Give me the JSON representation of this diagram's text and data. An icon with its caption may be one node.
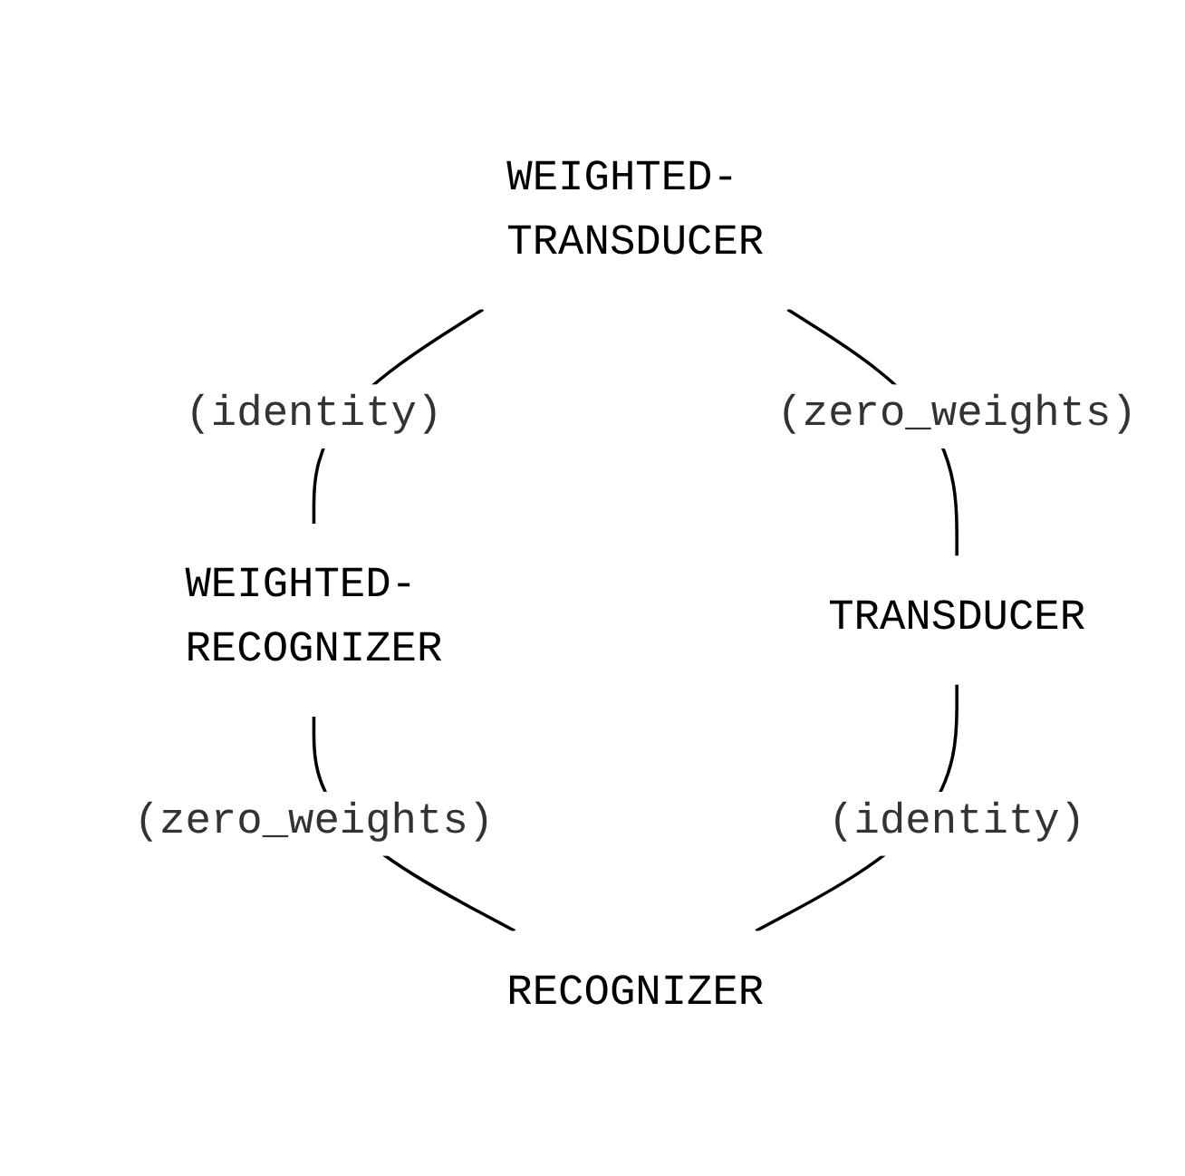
{
  "diagram": {
    "nodes": [
      {
        "text": [
          "WEIGHTED- TRANSDUCER"
        ]
      },
      {
        "text": [
          "WEIGHTED- RECOGNIZER"
        ]
      },
      {
        "text": [
          "TRANSDUCER"
        ]
      },
      {
        "text": [
          "RECOGNIZER"
        ]
      }
    ],
    "edges": [
      {
        "from": 0,
        "to": 1,
        "arrow": "none",
        "label": "(identity)"
      },
      {
        "from": 0,
        "to": 2,
        "arrow": "none",
        "label": "(zero_weights)"
      },
      {
        "from": 1,
        "to": 3,
        "arrow": "none",
        "label": "(zero_weights)"
      },
      {
        "from": 2,
        "to": 3,
        "arrow": "none",
        "label": "(identity)"
      }
    ]
  }
}
